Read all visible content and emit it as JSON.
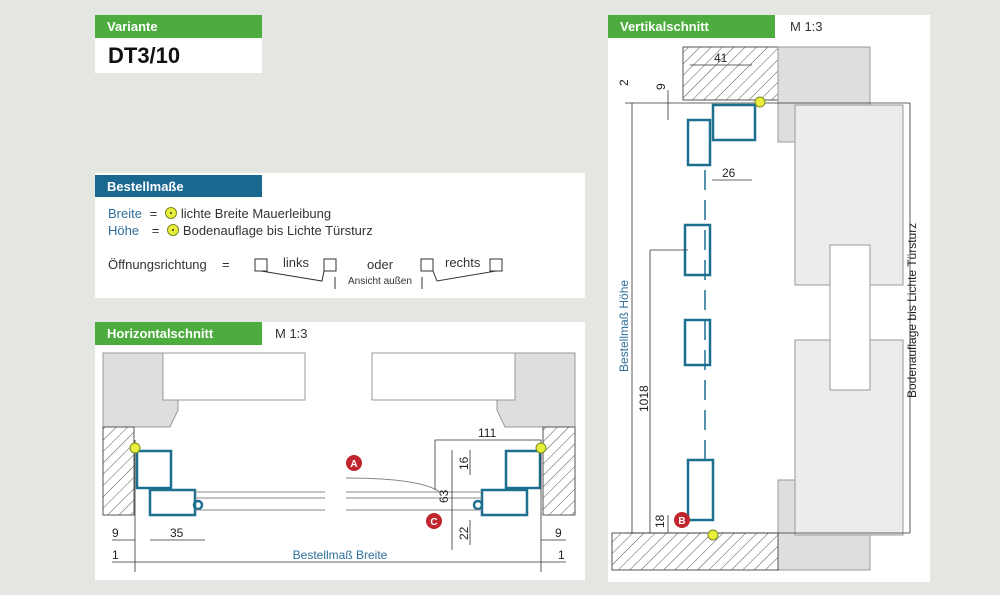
{
  "variante": {
    "label": "Variante",
    "value": "DT3/10"
  },
  "bestellmasse": {
    "title": "Bestellmaße",
    "breite_label": "Breite",
    "breite_eq": "=",
    "breite_text": "lichte Breite Mauerleibung",
    "hoehe_label": "Höhe",
    "hoehe_eq": "=",
    "hoehe_text": "Bodenauflage bis Lichte Türsturz",
    "oeffnung_label": "Öffnungsrichtung",
    "oeffnung_eq": "=",
    "links": "links",
    "oder": "oder",
    "rechts": "rechts",
    "ansicht": "Ansicht außen"
  },
  "horizontal": {
    "title": "Horizontalschnitt",
    "scale": "M 1:3",
    "dims": {
      "left_9": "9",
      "left_1": "1",
      "d35": "35",
      "breite": "Bestellmaß Breite",
      "d111": "111",
      "d16": "16",
      "d63": "63",
      "d22": "22",
      "right_9": "9",
      "right_1": "1"
    },
    "markers": {
      "a": "A",
      "c": "C"
    }
  },
  "vertikal": {
    "title": "Vertikalschnitt",
    "scale": "M 1:3",
    "dims": {
      "d2": "2",
      "d9": "9",
      "d41": "41",
      "d26": "26",
      "hoehe": "Bestellmaß Höhe",
      "d1018": "1018",
      "d18": "18",
      "boden": "Bodenauflage bis Lichte Türsturz"
    },
    "markers": {
      "b": "B"
    }
  },
  "colors": {
    "green": "#4cac3e",
    "blue": "#1a6790",
    "profile": "#1d6f8f",
    "marker": "#c0262d",
    "dot": "#e8ef3a"
  }
}
